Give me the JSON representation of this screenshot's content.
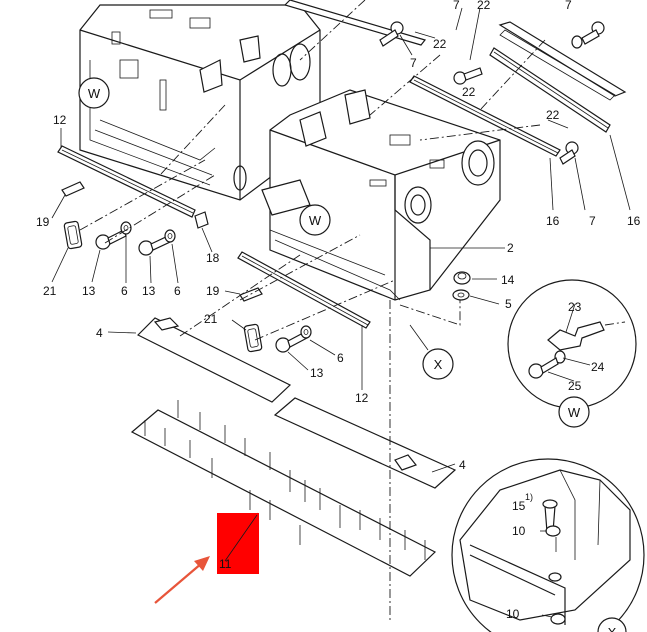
{
  "callouts": {
    "c1": "7",
    "c2": "22",
    "c3": "22",
    "c4": "7",
    "c5": "22",
    "c6": "7",
    "c7": "12",
    "c8": "22",
    "c9": "7",
    "c10": "16",
    "c11": "16",
    "c12": "19",
    "c13": "21",
    "c14": "13",
    "c15": "6",
    "c16": "13",
    "c17": "6",
    "c18": "18",
    "c19": "2",
    "c20": "14",
    "c21": "5",
    "c22": "19",
    "c23": "21",
    "c24": "6",
    "c25": "13",
    "c26": "4",
    "c27": "12",
    "c28": "4",
    "c29": "11",
    "c30": "23",
    "c31": "24",
    "c32": "25",
    "c33": "15",
    "c34": "1)",
    "c35": "10",
    "c36": "10"
  },
  "views": {
    "w1": "W",
    "w2": "W",
    "x1": "X",
    "w3": "W",
    "x2": "X"
  },
  "colors": {
    "line": "#1a1a1a",
    "highlight": "#ff0000",
    "arrow": "#e8553a"
  }
}
